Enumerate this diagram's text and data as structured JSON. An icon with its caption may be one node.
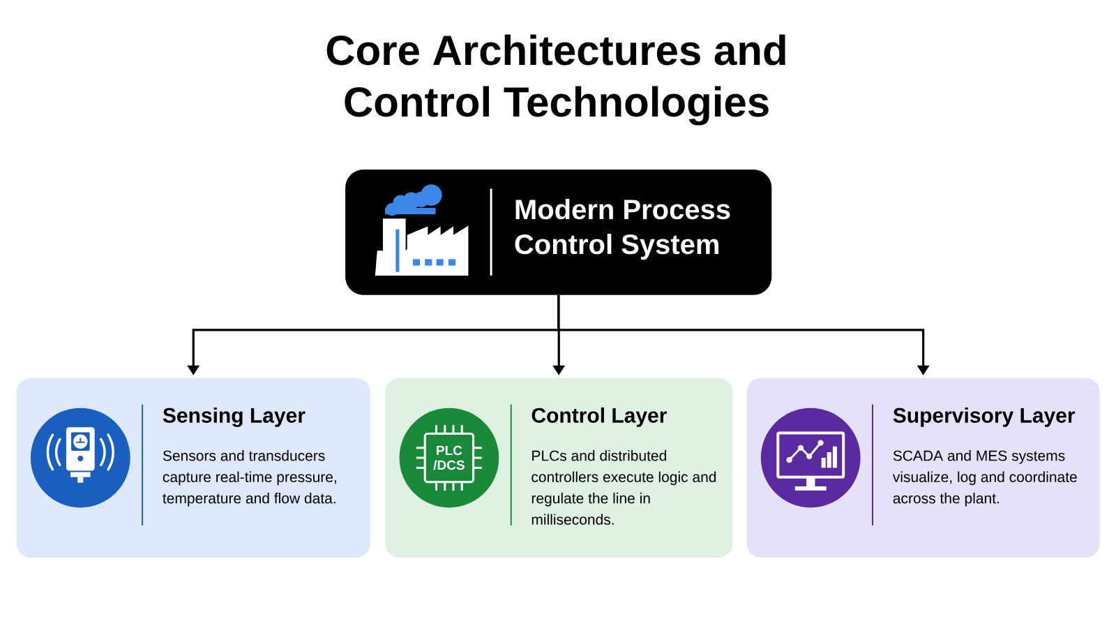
{
  "diagram": {
    "title": "Core Architectures and Control Technologies",
    "nodes": [
      {
        "text": [
          "Modern Process Control System"
        ]
      },
      {
        "text": [
          "Sensing Layer",
          "Sensors and transducers capture real-time pressure, temperature and flow data."
        ]
      },
      {
        "text": [
          "Control Layer",
          "PLCs and distributed controllers execute logic and regulate the line in milliseconds."
        ]
      },
      {
        "text": [
          "Supervisory Layer",
          "SCADA and MES systems visualize, log and coordinate across the plant."
        ]
      }
    ],
    "edges": [
      {
        "from": 0,
        "to": 1,
        "arrow": "to"
      },
      {
        "from": 0,
        "to": 2,
        "arrow": "to"
      },
      {
        "from": 0,
        "to": 3,
        "arrow": "to"
      }
    ],
    "labels": [
      "PLC /DCS"
    ]
  }
}
